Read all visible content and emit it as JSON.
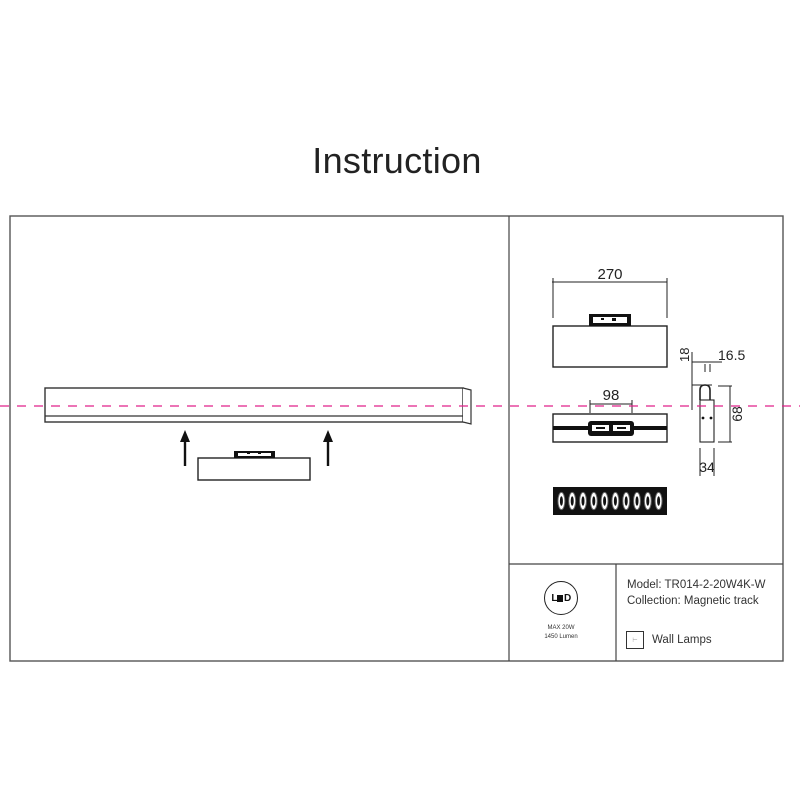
{
  "page": {
    "title": "Instruction"
  },
  "diagram": {
    "dimensions": {
      "length": "270",
      "mount_width": "98",
      "side_top": "18",
      "side_width_top": "16.5",
      "side_height": "68",
      "side_width_bottom": "34"
    },
    "guide_line_color": "#e0208a",
    "install_arrows": 2,
    "led_cells": 10
  },
  "spec": {
    "led_badge": "LED",
    "power": "MAX 20W",
    "lumen": "1450 Lumen"
  },
  "product": {
    "model": "Model: TR014-2-20W4K-W",
    "collection": "Collection: Magnetic track",
    "category": "Wall Lamps",
    "category_icon": "wall-lamp-icon"
  }
}
